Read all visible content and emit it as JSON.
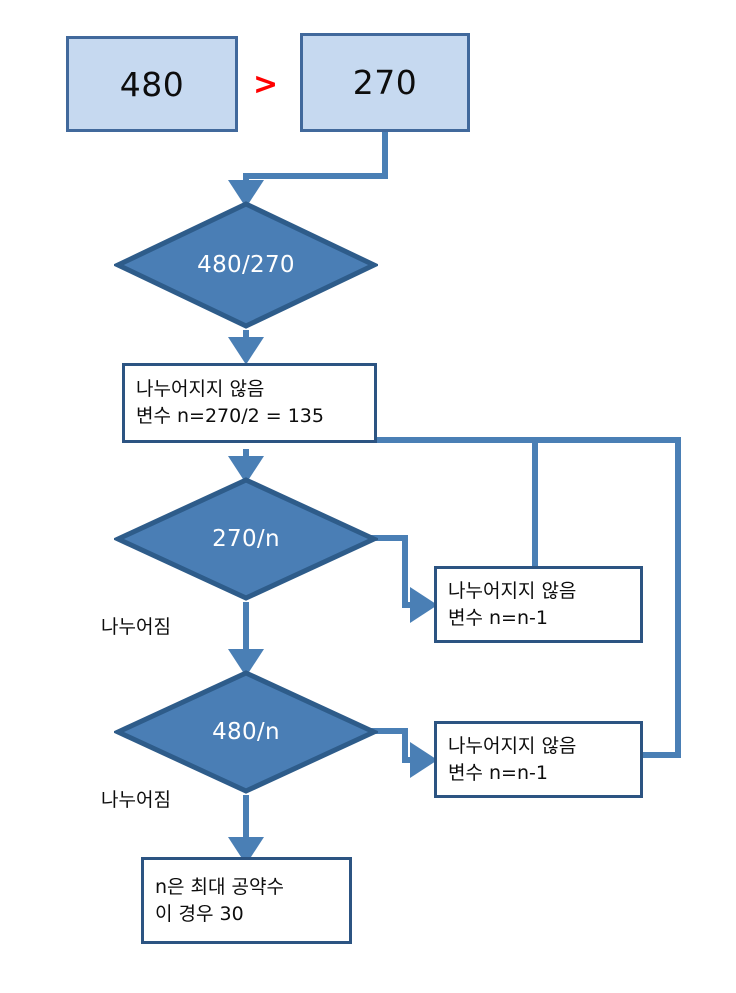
{
  "diagram": {
    "title": "GCD flowchart (480, 270)",
    "colors": {
      "io_fill": "#c6d9f0",
      "io_border": "#41699c",
      "diamond_fill": "#4a7eb5",
      "diamond_border": "#2e5c8a",
      "process_border": "#2c5482",
      "process_fill": "#ffffff",
      "connector": "#4a7fb5",
      "operator": "#ff0000",
      "text": "#0d0d0d"
    },
    "nodes": {
      "input_left": {
        "label": "480"
      },
      "input_right": {
        "label": "270"
      },
      "operator": {
        "label": ">"
      },
      "decision_1": {
        "label": "480/270"
      },
      "process_1": {
        "line1": "나누어지지 않음",
        "line2": "변수 n=270/2 = 135"
      },
      "decision_2": {
        "label": "270/n"
      },
      "process_2": {
        "line1": "나누어지지 않음",
        "line2": "변수 n=n-1"
      },
      "decision_3": {
        "label": "480/n"
      },
      "process_3": {
        "line1": "나누어지지 않음",
        "line2": "변수 n=n-1"
      },
      "result": {
        "line1": "n은 최대 공약수",
        "line2": "이 경우 30"
      }
    },
    "edge_labels": {
      "divides_1": "나누어짐",
      "divides_2": "나누어짐"
    }
  }
}
